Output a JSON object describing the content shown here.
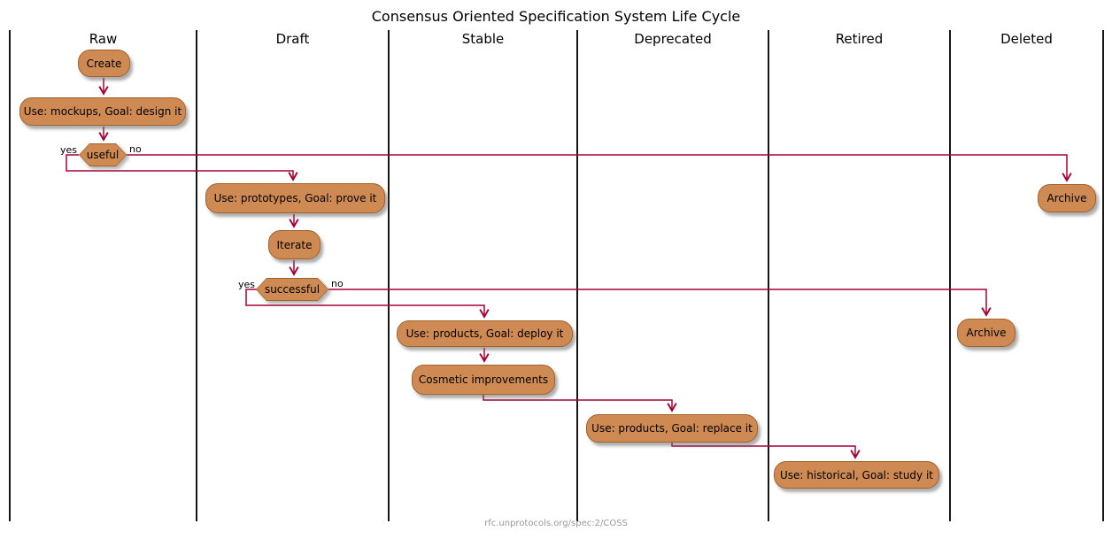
{
  "title": "Consensus Oriented Specification System Life Cycle",
  "footer": "rfc.unprotocols.org/spec:2/COSS",
  "colors": {
    "node_fill": "#CE8A52",
    "node_border": "#A2622C",
    "arrow": "#A80036",
    "lane_line": "#161616",
    "footer_text": "#999999"
  },
  "lanes": [
    {
      "label": "Raw"
    },
    {
      "label": "Draft"
    },
    {
      "label": "Stable"
    },
    {
      "label": "Deprecated"
    },
    {
      "label": "Retired"
    },
    {
      "label": "Deleted"
    }
  ],
  "nodes": {
    "create": {
      "label": "Create",
      "lane": "Raw"
    },
    "mockups": {
      "label": "Use: mockups, Goal: design it",
      "lane": "Raw"
    },
    "useful": {
      "label": "useful",
      "lane": "Raw",
      "shape": "hexagon-decision"
    },
    "prototypes": {
      "label": "Use: prototypes, Goal: prove it",
      "lane": "Draft"
    },
    "iterate": {
      "label": "Iterate",
      "lane": "Draft"
    },
    "successful": {
      "label": "successful",
      "lane": "Draft",
      "shape": "hexagon-decision"
    },
    "deploy": {
      "label": "Use: products, Goal: deploy it",
      "lane": "Stable"
    },
    "cosmetic": {
      "label": "Cosmetic improvements",
      "lane": "Stable"
    },
    "replace": {
      "label": "Use: products, Goal: replace it",
      "lane": "Deprecated"
    },
    "historical": {
      "label": "Use: historical, Goal: study it",
      "lane": "Retired"
    },
    "archive_top": {
      "label": "Archive",
      "lane": "Deleted"
    },
    "archive_bottom": {
      "label": "Archive",
      "lane": "Deleted"
    }
  },
  "branches": {
    "useful": {
      "yes": "yes",
      "no": "no"
    },
    "successful": {
      "yes": "yes",
      "no": "no"
    }
  }
}
